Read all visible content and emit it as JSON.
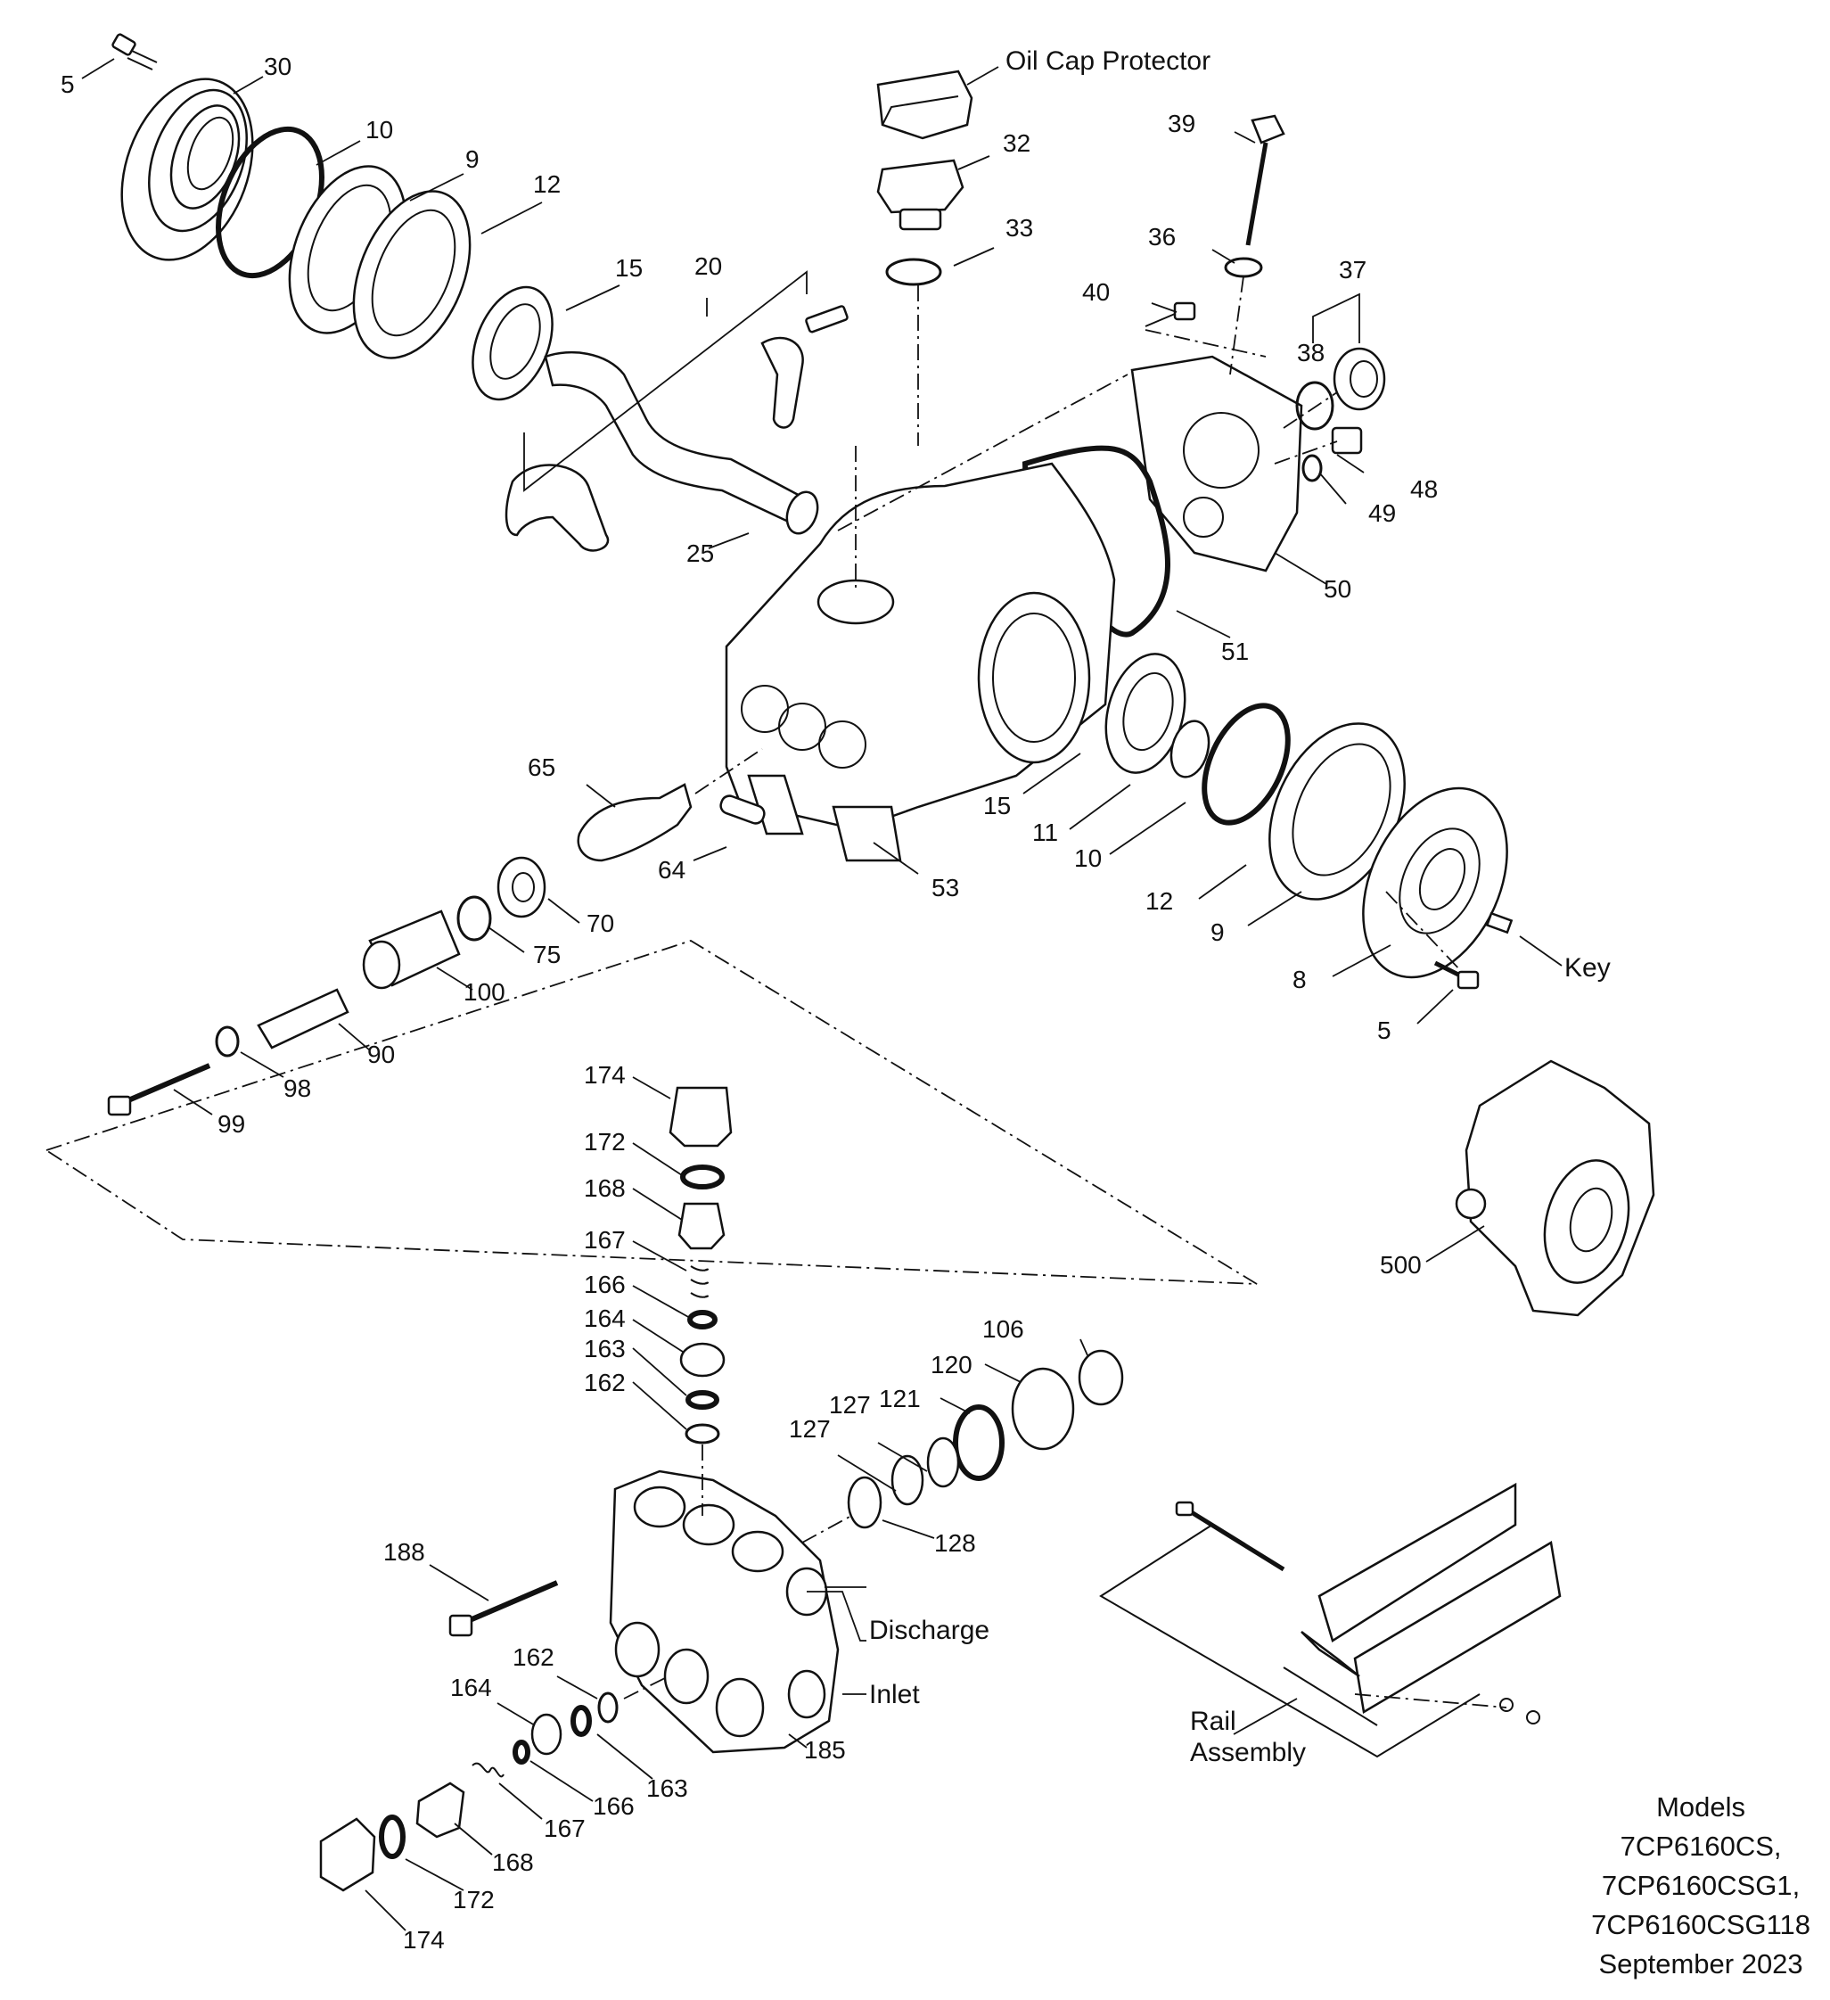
{
  "callouts": [
    {
      "id": "lbl-5-top",
      "text": "5"
    },
    {
      "id": "lbl-30",
      "text": "30"
    },
    {
      "id": "lbl-10-top",
      "text": "10"
    },
    {
      "id": "lbl-9-top",
      "text": "9"
    },
    {
      "id": "lbl-12-top",
      "text": "12"
    },
    {
      "id": "lbl-15-top",
      "text": "15"
    },
    {
      "id": "lbl-20",
      "text": "20"
    },
    {
      "id": "lbl-25",
      "text": "25"
    },
    {
      "id": "lbl-oilcap",
      "text": "Oil Cap Protector"
    },
    {
      "id": "lbl-32",
      "text": "32"
    },
    {
      "id": "lbl-33",
      "text": "33"
    },
    {
      "id": "lbl-39",
      "text": "39"
    },
    {
      "id": "lbl-36",
      "text": "36"
    },
    {
      "id": "lbl-40",
      "text": "40"
    },
    {
      "id": "lbl-37",
      "text": "37"
    },
    {
      "id": "lbl-38",
      "text": "38"
    },
    {
      "id": "lbl-48",
      "text": "48"
    },
    {
      "id": "lbl-49",
      "text": "49"
    },
    {
      "id": "lbl-50",
      "text": "50"
    },
    {
      "id": "lbl-51",
      "text": "51"
    },
    {
      "id": "lbl-65",
      "text": "65"
    },
    {
      "id": "lbl-64",
      "text": "64"
    },
    {
      "id": "lbl-53",
      "text": "53"
    },
    {
      "id": "lbl-15-mid",
      "text": "15"
    },
    {
      "id": "lbl-11",
      "text": "11"
    },
    {
      "id": "lbl-10-mid",
      "text": "10"
    },
    {
      "id": "lbl-12-mid",
      "text": "12"
    },
    {
      "id": "lbl-9-mid",
      "text": "9"
    },
    {
      "id": "lbl-8",
      "text": "8"
    },
    {
      "id": "lbl-5-mid",
      "text": "5"
    },
    {
      "id": "lbl-key",
      "text": "Key"
    },
    {
      "id": "lbl-70",
      "text": "70"
    },
    {
      "id": "lbl-75",
      "text": "75"
    },
    {
      "id": "lbl-100",
      "text": "100"
    },
    {
      "id": "lbl-90",
      "text": "90"
    },
    {
      "id": "lbl-98",
      "text": "98"
    },
    {
      "id": "lbl-99",
      "text": "99"
    },
    {
      "id": "lbl-174-top",
      "text": "174"
    },
    {
      "id": "lbl-172-top",
      "text": "172"
    },
    {
      "id": "lbl-168-top",
      "text": "168"
    },
    {
      "id": "lbl-167-top",
      "text": "167"
    },
    {
      "id": "lbl-166-top",
      "text": "166"
    },
    {
      "id": "lbl-164-top",
      "text": "164"
    },
    {
      "id": "lbl-163-top",
      "text": "163"
    },
    {
      "id": "lbl-162-top",
      "text": "162"
    },
    {
      "id": "lbl-106",
      "text": "106"
    },
    {
      "id": "lbl-120",
      "text": "120"
    },
    {
      "id": "lbl-121",
      "text": "121"
    },
    {
      "id": "lbl-127a",
      "text": "127"
    },
    {
      "id": "lbl-127b",
      "text": "127"
    },
    {
      "id": "lbl-128",
      "text": "128"
    },
    {
      "id": "lbl-188",
      "text": "188"
    },
    {
      "id": "lbl-discharge",
      "text": "Discharge"
    },
    {
      "id": "lbl-inlet",
      "text": "Inlet"
    },
    {
      "id": "lbl-185",
      "text": "185"
    },
    {
      "id": "lbl-162-bot",
      "text": "162"
    },
    {
      "id": "lbl-164-bot",
      "text": "164"
    },
    {
      "id": "lbl-163-bot",
      "text": "163"
    },
    {
      "id": "lbl-166-bot",
      "text": "166"
    },
    {
      "id": "lbl-167-bot",
      "text": "167"
    },
    {
      "id": "lbl-168-bot",
      "text": "168"
    },
    {
      "id": "lbl-172-bot",
      "text": "172"
    },
    {
      "id": "lbl-174-bot",
      "text": "174"
    },
    {
      "id": "lbl-500",
      "text": "500"
    },
    {
      "id": "lbl-rail-1",
      "text": "Rail"
    },
    {
      "id": "lbl-rail-2",
      "text": "Assembly"
    }
  ],
  "models": {
    "heading": "Models",
    "line1": "7CP6160CS,",
    "line2": "7CP6160CSG1,",
    "line3": "7CP6160CSG118",
    "date": "September 2023"
  }
}
